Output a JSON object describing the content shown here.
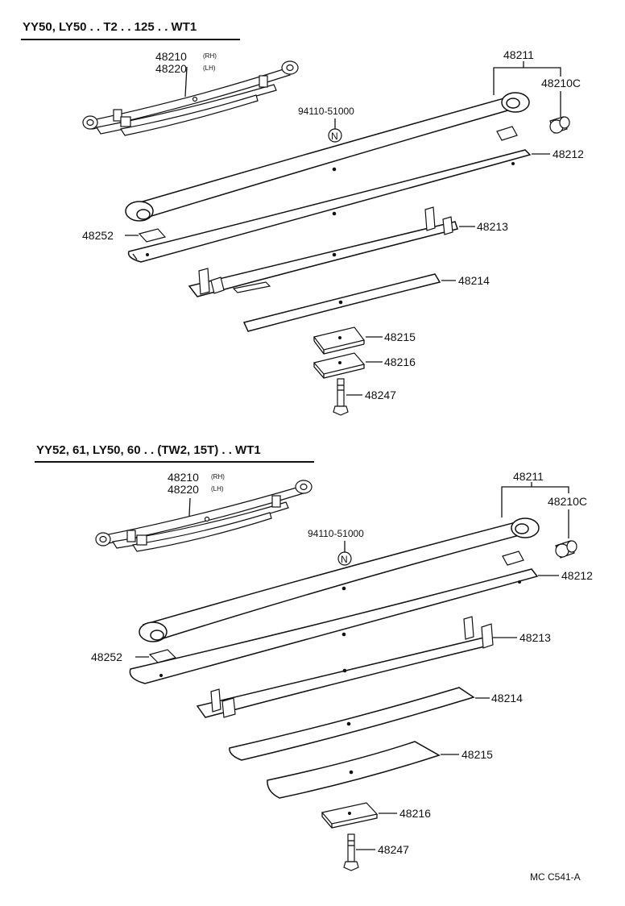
{
  "sections": [
    {
      "header": "YY50, LY50 . . T2 . . 125 . . WT1",
      "labels": {
        "assembly_rh": "48210",
        "assembly_rh_tag": "(RH)",
        "assembly_lh": "48220",
        "assembly_lh_tag": "(LH)",
        "nut": "94110-51000",
        "nut_symbol": "N",
        "leaf_1": "48211",
        "bushing": "48210C",
        "leaf_2": "48212",
        "leaf_3": "48213",
        "liner": "48252",
        "leaf_4": "48214",
        "spacer_1": "48215",
        "spacer_2": "48216",
        "bolt": "48247"
      }
    },
    {
      "header": "YY52, 61, LY50, 60 . . (TW2, 15T) . . WT1",
      "labels": {
        "assembly_rh": "48210",
        "assembly_rh_tag": "(RH)",
        "assembly_lh": "48220",
        "assembly_lh_tag": "(LH)",
        "nut": "94110-51000",
        "nut_symbol": "N",
        "leaf_1": "48211",
        "bushing": "48210C",
        "leaf_2": "48212",
        "leaf_3": "48213",
        "liner": "48252",
        "leaf_4": "48214",
        "leaf_5": "48215",
        "spacer": "48216",
        "bolt": "48247"
      }
    }
  ],
  "footer_code": "MC  C541-A"
}
